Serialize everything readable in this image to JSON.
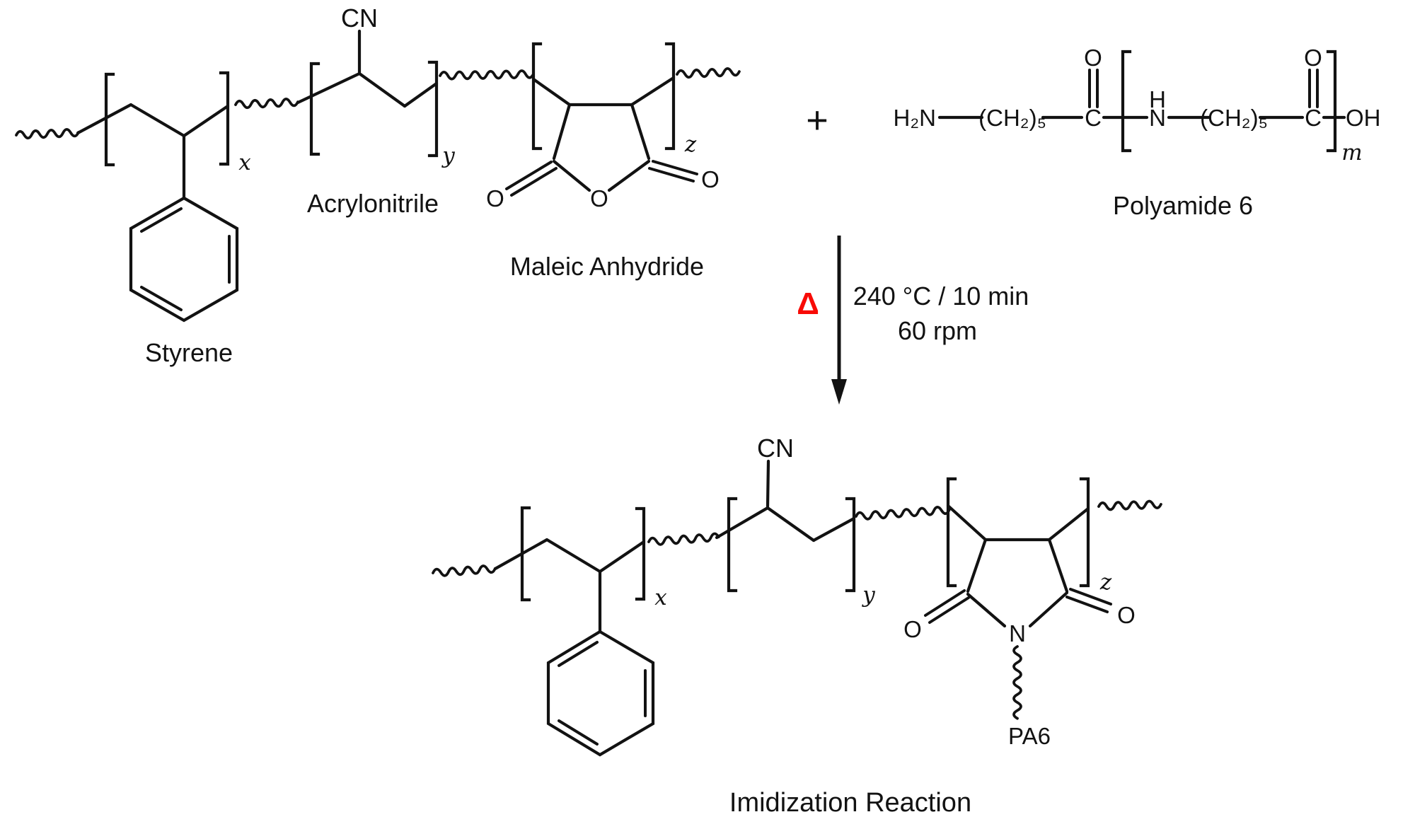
{
  "scheme": {
    "title": "Imidization Reaction",
    "reactant_terpolymer": {
      "styrene_label": "Styrene",
      "acrylonitrile_label": "Acrylonitrile",
      "maleic_anhydride_label": "Maleic Anhydride",
      "nitrile_group": "CN",
      "subscript_x": "x",
      "subscript_y": "y",
      "subscript_z": "z",
      "oxygen": "O"
    },
    "plus_sign": "+",
    "reactant_polyamide": {
      "label": "Polyamide 6",
      "amine_end": "H₂N",
      "methylene_run": "(CH₂)₅",
      "carbonyl_carbon": "C",
      "oxygen": "O",
      "amide_h": "H",
      "amide_n": "N",
      "hydroxyl_end": "OH",
      "subscript_m": "m"
    },
    "conditions": {
      "delta": "Δ",
      "delta_color": "#f80b06",
      "line1": "240 °C / 10 min",
      "line2": "60 rpm"
    },
    "product": {
      "nitrile_group": "CN",
      "subscript_x": "x",
      "subscript_y": "y",
      "subscript_z": "z",
      "imide_n": "N",
      "oxygen": "O",
      "pa6_label": "PA6"
    }
  }
}
